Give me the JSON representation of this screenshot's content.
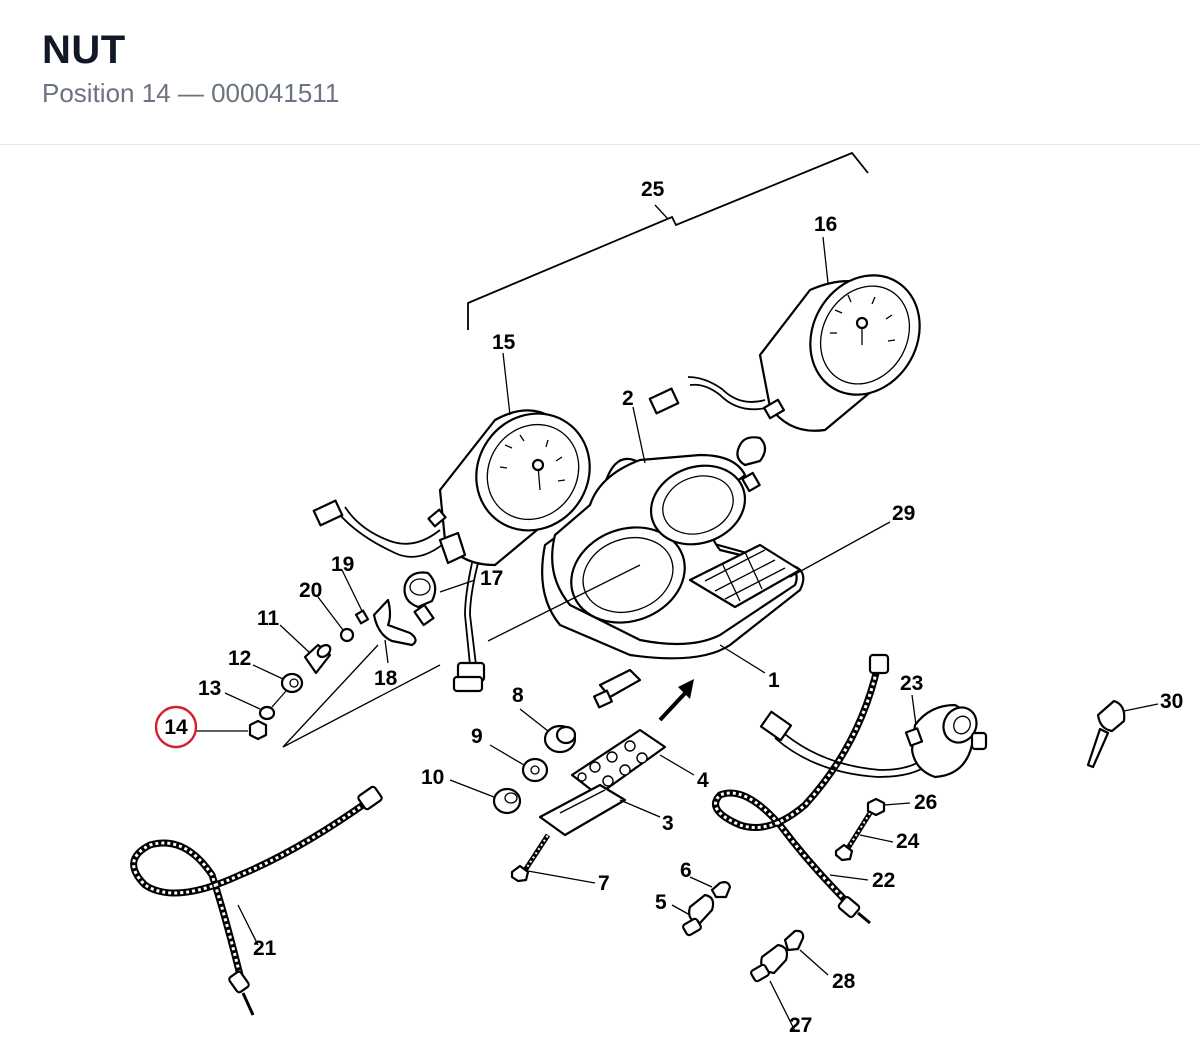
{
  "header": {
    "title": "NUT",
    "subtitle": "Position 14 — 000041511"
  },
  "diagram": {
    "highlighted_position": "14",
    "highlight_color": "#d3202f",
    "callouts": {
      "c1": "1",
      "c2": "2",
      "c3": "3",
      "c4": "4",
      "c5": "5",
      "c6": "6",
      "c7": "7",
      "c8": "8",
      "c9": "9",
      "c10": "10",
      "c11": "11",
      "c12": "12",
      "c13": "13",
      "c14": "14",
      "c15": "15",
      "c16": "16",
      "c17": "17",
      "c18": "18",
      "c19": "19",
      "c20": "20",
      "c21": "21",
      "c22": "22",
      "c23": "23",
      "c24": "24",
      "c25": "25",
      "c26": "26",
      "c27": "27",
      "c28": "28",
      "c29": "29",
      "c30": "30"
    }
  }
}
